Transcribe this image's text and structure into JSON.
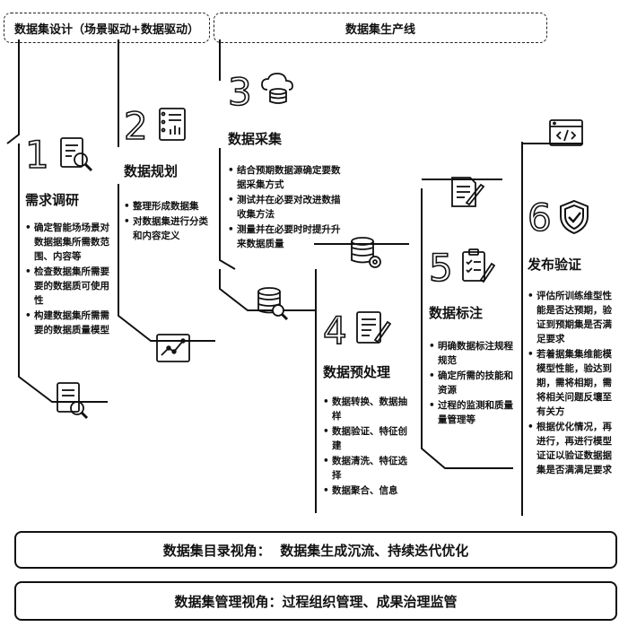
{
  "header": {
    "design_title": "数据集设计（场景驱动+数据驱动）",
    "production_title": "数据集生产线"
  },
  "steps": [
    {
      "num": "1",
      "title": "需求调研",
      "items": [
        "确定智能场场景对数据据集所需数范围、内容等",
        "检查数据集所需要要的数据质可使用性",
        "构建数据集所需需要的数据质量模型"
      ]
    },
    {
      "num": "2",
      "title": "数据规划",
      "items": [
        "整理形成数据集",
        "对数据集进行分类和内容定义"
      ]
    },
    {
      "num": "3",
      "title": "数据采集",
      "items": [
        "结合预期数据源确定要数据采集方式",
        "测试并在必要对改进数描收集方法",
        "测量并在必要时时提升升来数据质量"
      ]
    },
    {
      "num": "4",
      "title": "数据预处理",
      "items": [
        "数据转换、数据抽样",
        "数据验证、特征创建",
        "数据清洗、特征选择",
        "数据聚合、信息"
      ]
    },
    {
      "num": "5",
      "title": "数据标注",
      "items": [
        "明确数据标注规程规范",
        "确定所需的技能和资源",
        "过程的监测和质量量管理等"
      ]
    },
    {
      "num": "6",
      "title": "发布验证",
      "items": [
        "评估所训练维型性能是否达预期，验证到预期集是否满足要求",
        "若着据集集维能模模型性能，验达到期，需将相期，需将相关问题反壤至有关方",
        "根据优化情况，再进行，再进行模型证证以验证数据据集是否满满足要求"
      ]
    }
  ],
  "bottom": {
    "catalog_view": "数据集目录视角：  数据集生成沉流、持续迭代优化",
    "management_view": "数据集管理视角：过程组织管理、成果治理监管"
  }
}
